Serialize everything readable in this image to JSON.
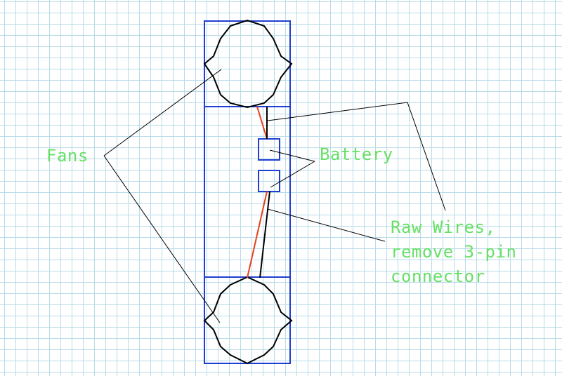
{
  "labels": {
    "fans": "Fans",
    "battery": "Battery",
    "wires_line1": "Raw Wires,",
    "wires_line2": "remove 3-pin",
    "wires_line3": "connector"
  },
  "colors": {
    "frame": "#1e3fcf",
    "fan_outline": "#000000",
    "red_wire": "#e8401a",
    "black_wire": "#000000",
    "leader": "#000000",
    "label_text": "#66e066",
    "grid": "#b9dbe9"
  }
}
